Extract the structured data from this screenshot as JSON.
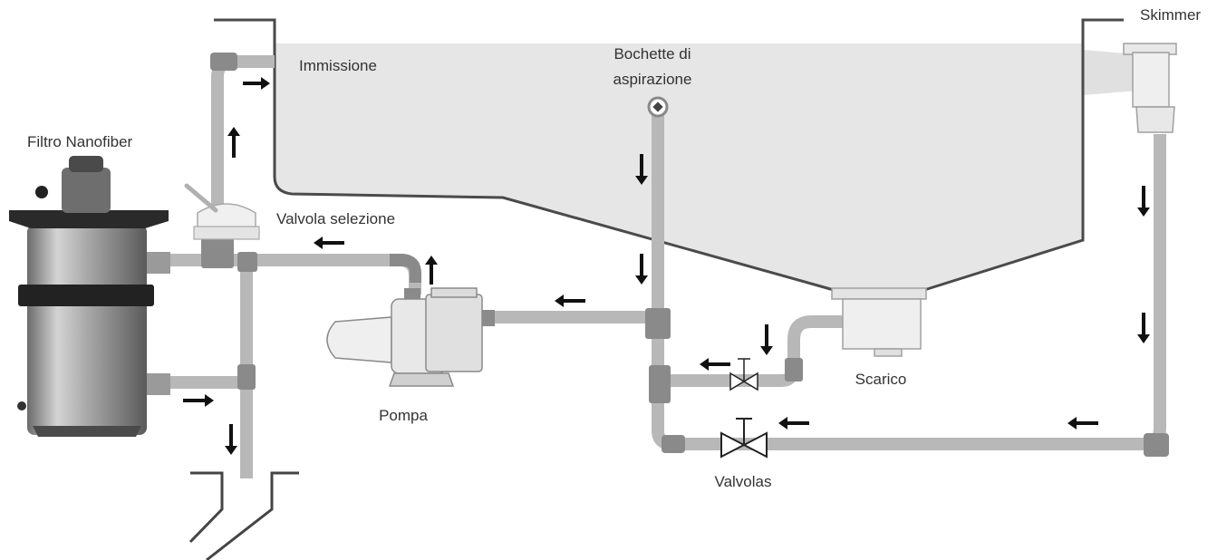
{
  "labels": {
    "skimmer": "Skimmer",
    "immissione": "Immissione",
    "bochette_line1": "Bochette di",
    "bochette_line2": "aspirazione",
    "filtro": "Filtro Nanofiber",
    "valvola_selezione": "Valvola selezione",
    "pompa": "Pompa",
    "scarico": "Scarico",
    "valvolas": "Valvolas"
  },
  "colors": {
    "water": "#e6e6e6",
    "pipe": "#b8b8b8",
    "fitting": "#8a8a8a",
    "wall": "#4a4a4a",
    "arrow": "#111111",
    "text": "#333333"
  }
}
